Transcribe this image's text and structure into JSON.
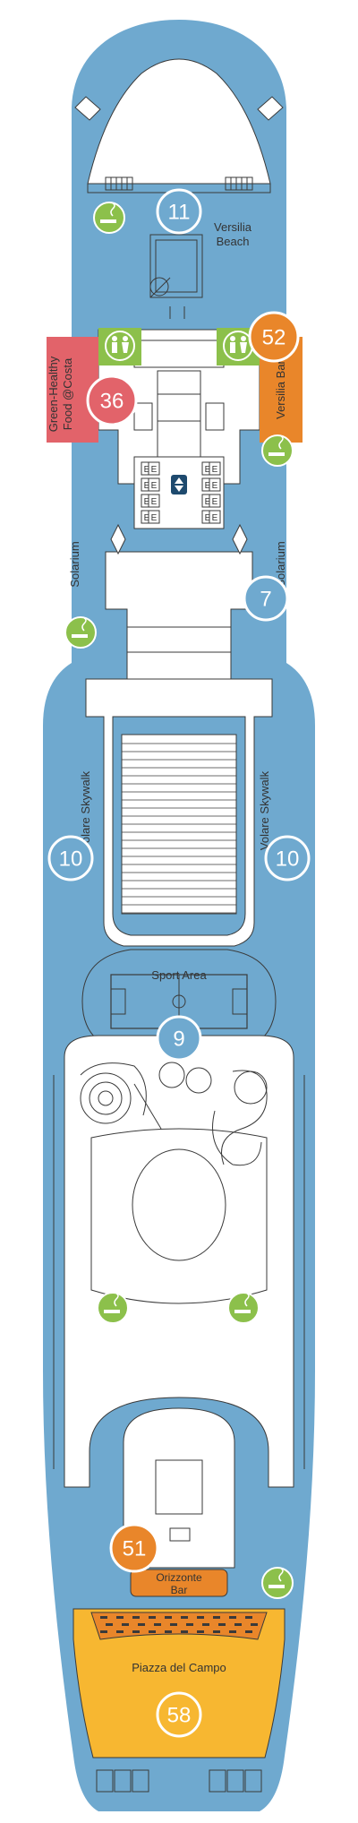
{
  "colors": {
    "hull": "#6fa9cf",
    "deck_white": "#ffffff",
    "outline": "#3a3a3a",
    "smoking_green": "#8cc04b",
    "restroom_green": "#8cc04b",
    "orange_badge": "#e9862a",
    "red_badge": "#e2636a",
    "yellow_area": "#f7b731"
  },
  "legend_icons": {
    "smoking": "smoking-icon",
    "restroom": "restroom-icon",
    "elevator": "elevator-icon",
    "stairs_arrows": "up-down-arrows-icon"
  },
  "areas": {
    "versilia_beach_line1": "Versilia",
    "versilia_beach_line2": "Beach",
    "versilia_bar": "Versilia Bar",
    "green_healthy_line1": "Green-Healthy",
    "green_healthy_line2": "Food @Costa",
    "solarium_left": "Solarium",
    "solarium_right": "Solarium",
    "volare_skywalk_left": "Volare Skywalk",
    "volare_skywalk_right": "Volare Skywalk",
    "sport_area": "Sport Area",
    "orizzonte_line1": "Orizzonte",
    "orizzonte_line2": "Bar",
    "piazza_del_campo": "Piazza del Campo"
  },
  "markers": {
    "m11": "11",
    "m52": "52",
    "m36": "36",
    "m7": "7",
    "m10_left": "10",
    "m10_right": "10",
    "m9": "9",
    "m51": "51",
    "m58": "58"
  },
  "elevator_letter": "E"
}
